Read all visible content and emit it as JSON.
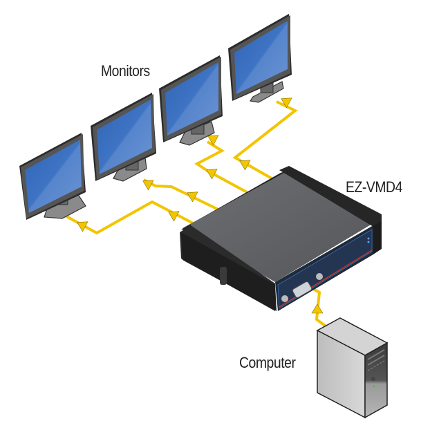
{
  "diagram": {
    "labels": {
      "monitors": "Monitors",
      "device": "EZ-VMD4",
      "computer": "Computer"
    },
    "nodes": [
      {
        "id": "monitor-1",
        "type": "monitor"
      },
      {
        "id": "monitor-2",
        "type": "monitor"
      },
      {
        "id": "monitor-3",
        "type": "monitor"
      },
      {
        "id": "monitor-4",
        "type": "monitor"
      },
      {
        "id": "ez-vmd4",
        "type": "video-splitter"
      },
      {
        "id": "computer",
        "type": "tower-pc"
      }
    ],
    "edges": [
      {
        "from": "computer",
        "to": "ez-vmd4"
      },
      {
        "from": "ez-vmd4",
        "to": "monitor-1"
      },
      {
        "from": "ez-vmd4",
        "to": "monitor-2"
      },
      {
        "from": "ez-vmd4",
        "to": "monitor-3"
      },
      {
        "from": "ez-vmd4",
        "to": "monitor-4"
      }
    ],
    "colors": {
      "cable": "#f2c500",
      "screen": "#3f74c4",
      "bezel": "#2c2c2c",
      "device_top": "#5e5f62",
      "device_front": "#1f2a3a",
      "case": "#c9c9c9"
    }
  }
}
